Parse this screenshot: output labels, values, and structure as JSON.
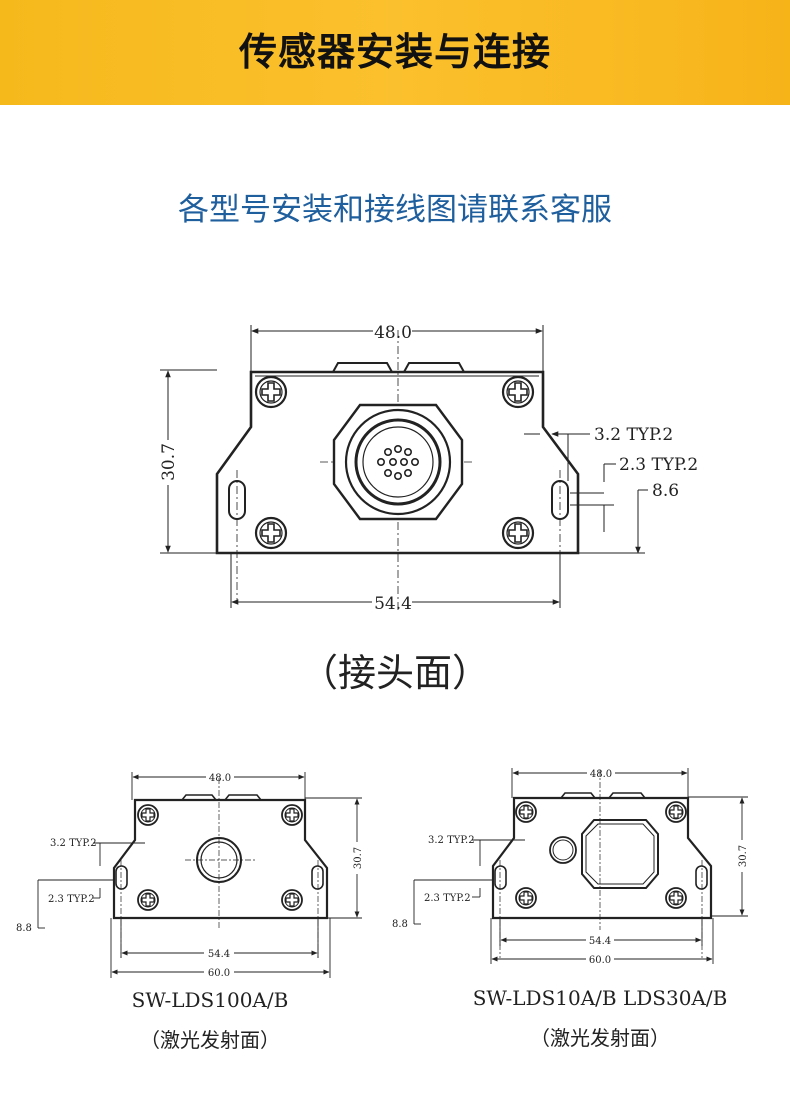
{
  "header": {
    "title": "传感器安装与连接"
  },
  "subtitle": "各型号安装和接线图请联系客服",
  "main_drawing": {
    "width_dim": "48.0",
    "height_dim": "30.7",
    "bottom_dim": "54.4",
    "note_1": "3.2 TYP.2",
    "note_2": "2.3 TYP.2",
    "note_3": "8.6",
    "caption": "（接头面）"
  },
  "drawing_a": {
    "width_dim": "48.0",
    "height_dim": "30.7",
    "inner_dim": "54.4",
    "outer_dim": "60.0",
    "note_1": "3.2 TYP.2",
    "note_2": "2.3 TYP.2",
    "note_3": "8.8",
    "model": "SW-LDS100A/B",
    "caption": "（激光发射面）"
  },
  "drawing_b": {
    "width_dim": "48.0",
    "height_dim": "30.7",
    "inner_dim": "54.4",
    "outer_dim": "60.0",
    "note_1": "3.2 TYP.2",
    "note_2": "2.3 TYP.2",
    "note_3": "8.8",
    "model": "SW-LDS10A/B  LDS30A/B",
    "caption": "（激光发射面）"
  },
  "colors": {
    "banner": "#fbc02d",
    "subtitle": "#1f5f9e",
    "line": "#222222"
  },
  "icons": [
    "screw-icon",
    "connector-icon",
    "lens-icon"
  ]
}
